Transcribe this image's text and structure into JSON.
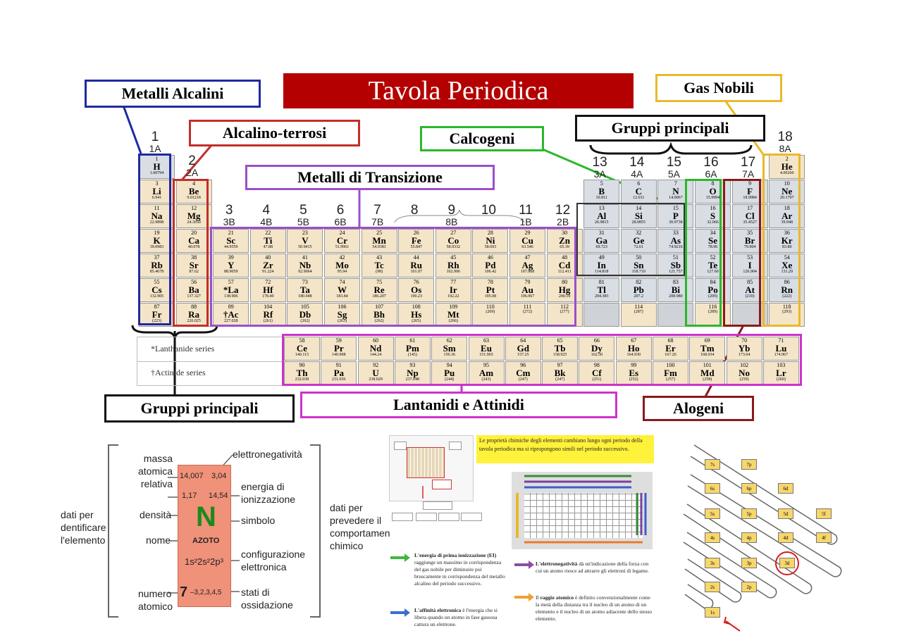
{
  "title": "Tavola Periodica",
  "labels": {
    "metalli_alcalini": "Metalli Alcalini",
    "alcalino_terrosi": "Alcalino-terrosi",
    "metalli_transizione": "Metalli di  Transizione",
    "calcogeni": "Calcogeni",
    "gruppi_principali_top": "Gruppi principali",
    "gas_nobili": "Gas Nobili",
    "gruppi_principali_bottom": "Gruppi principali",
    "lantanidi_attinidi": "Lantanidi e Attinidi",
    "alogeni": "Alogeni"
  },
  "groups": [
    {
      "n": "1",
      "s": "1A"
    },
    {
      "n": "2",
      "s": "2A"
    },
    {
      "n": "3",
      "s": "3B"
    },
    {
      "n": "4",
      "s": "4B"
    },
    {
      "n": "5",
      "s": "5B"
    },
    {
      "n": "6",
      "s": "6B"
    },
    {
      "n": "7",
      "s": "7B"
    },
    {
      "n": "8",
      "s": ""
    },
    {
      "n": "9",
      "s": "8B"
    },
    {
      "n": "10",
      "s": ""
    },
    {
      "n": "11",
      "s": "1B"
    },
    {
      "n": "12",
      "s": "2B"
    },
    {
      "n": "13",
      "s": "3A"
    },
    {
      "n": "14",
      "s": "4A"
    },
    {
      "n": "15",
      "s": "5A"
    },
    {
      "n": "16",
      "s": "6A"
    },
    {
      "n": "17",
      "s": "7A"
    },
    {
      "n": "18",
      "s": "8A"
    }
  ],
  "elements": [
    {
      "z": "1",
      "s": "H",
      "m": "1.00794",
      "c": 1,
      "r": 1
    },
    {
      "z": "2",
      "s": "He",
      "m": "4.00260",
      "c": 18,
      "r": 1
    },
    {
      "z": "3",
      "s": "Li",
      "m": "6.941",
      "c": 1,
      "r": 2
    },
    {
      "z": "4",
      "s": "Be",
      "m": "9.01218",
      "c": 2,
      "r": 2
    },
    {
      "z": "5",
      "s": "B",
      "m": "10.811",
      "c": 13,
      "r": 2
    },
    {
      "z": "6",
      "s": "C",
      "m": "12.011",
      "c": 14,
      "r": 2
    },
    {
      "z": "7",
      "s": "N",
      "m": "14.0067",
      "c": 15,
      "r": 2
    },
    {
      "z": "8",
      "s": "O",
      "m": "15.9994",
      "c": 16,
      "r": 2
    },
    {
      "z": "9",
      "s": "F",
      "m": "18.9984",
      "c": 17,
      "r": 2
    },
    {
      "z": "10",
      "s": "Ne",
      "m": "20.1797",
      "c": 18,
      "r": 2
    },
    {
      "z": "11",
      "s": "Na",
      "m": "22.9898",
      "c": 1,
      "r": 3
    },
    {
      "z": "12",
      "s": "Mg",
      "m": "24.3050",
      "c": 2,
      "r": 3
    },
    {
      "z": "13",
      "s": "Al",
      "m": "26.9815",
      "c": 13,
      "r": 3
    },
    {
      "z": "14",
      "s": "Si",
      "m": "28.0855",
      "c": 14,
      "r": 3
    },
    {
      "z": "15",
      "s": "P",
      "m": "30.9738",
      "c": 15,
      "r": 3
    },
    {
      "z": "16",
      "s": "S",
      "m": "32.066",
      "c": 16,
      "r": 3
    },
    {
      "z": "17",
      "s": "Cl",
      "m": "35.4527",
      "c": 17,
      "r": 3
    },
    {
      "z": "18",
      "s": "Ar",
      "m": "39.948",
      "c": 18,
      "r": 3
    },
    {
      "z": "19",
      "s": "K",
      "m": "39.0983",
      "c": 1,
      "r": 4
    },
    {
      "z": "20",
      "s": "Ca",
      "m": "40.078",
      "c": 2,
      "r": 4
    },
    {
      "z": "21",
      "s": "Sc",
      "m": "44.9559",
      "c": 3,
      "r": 4
    },
    {
      "z": "22",
      "s": "Ti",
      "m": "47.88",
      "c": 4,
      "r": 4
    },
    {
      "z": "23",
      "s": "V",
      "m": "50.9415",
      "c": 5,
      "r": 4
    },
    {
      "z": "24",
      "s": "Cr",
      "m": "51.9961",
      "c": 6,
      "r": 4
    },
    {
      "z": "25",
      "s": "Mn",
      "m": "54.9381",
      "c": 7,
      "r": 4
    },
    {
      "z": "26",
      "s": "Fe",
      "m": "55.847",
      "c": 8,
      "r": 4
    },
    {
      "z": "27",
      "s": "Co",
      "m": "58.9332",
      "c": 9,
      "r": 4
    },
    {
      "z": "28",
      "s": "Ni",
      "m": "58.693",
      "c": 10,
      "r": 4
    },
    {
      "z": "29",
      "s": "Cu",
      "m": "63.546",
      "c": 11,
      "r": 4
    },
    {
      "z": "30",
      "s": "Zn",
      "m": "65.39",
      "c": 12,
      "r": 4
    },
    {
      "z": "31",
      "s": "Ga",
      "m": "69.723",
      "c": 13,
      "r": 4
    },
    {
      "z": "32",
      "s": "Ge",
      "m": "72.61",
      "c": 14,
      "r": 4
    },
    {
      "z": "33",
      "s": "As",
      "m": "74.9216",
      "c": 15,
      "r": 4
    },
    {
      "z": "34",
      "s": "Se",
      "m": "78.96",
      "c": 16,
      "r": 4
    },
    {
      "z": "35",
      "s": "Br",
      "m": "79.904",
      "c": 17,
      "r": 4
    },
    {
      "z": "36",
      "s": "Kr",
      "m": "83.80",
      "c": 18,
      "r": 4
    },
    {
      "z": "37",
      "s": "Rb",
      "m": "85.4678",
      "c": 1,
      "r": 5
    },
    {
      "z": "38",
      "s": "Sr",
      "m": "87.62",
      "c": 2,
      "r": 5
    },
    {
      "z": "39",
      "s": "Y",
      "m": "88.9059",
      "c": 3,
      "r": 5
    },
    {
      "z": "40",
      "s": "Zr",
      "m": "91.224",
      "c": 4,
      "r": 5
    },
    {
      "z": "41",
      "s": "Nb",
      "m": "92.9064",
      "c": 5,
      "r": 5
    },
    {
      "z": "42",
      "s": "Mo",
      "m": "95.94",
      "c": 6,
      "r": 5
    },
    {
      "z": "43",
      "s": "Tc",
      "m": "(98)",
      "c": 7,
      "r": 5
    },
    {
      "z": "44",
      "s": "Ru",
      "m": "101.07",
      "c": 8,
      "r": 5
    },
    {
      "z": "45",
      "s": "Rh",
      "m": "102.906",
      "c": 9,
      "r": 5
    },
    {
      "z": "46",
      "s": "Pd",
      "m": "106.42",
      "c": 10,
      "r": 5
    },
    {
      "z": "47",
      "s": "Ag",
      "m": "107.868",
      "c": 11,
      "r": 5
    },
    {
      "z": "48",
      "s": "Cd",
      "m": "112.411",
      "c": 12,
      "r": 5
    },
    {
      "z": "49",
      "s": "In",
      "m": "114.818",
      "c": 13,
      "r": 5
    },
    {
      "z": "50",
      "s": "Sn",
      "m": "118.710",
      "c": 14,
      "r": 5
    },
    {
      "z": "51",
      "s": "Sb",
      "m": "121.757",
      "c": 15,
      "r": 5
    },
    {
      "z": "52",
      "s": "Te",
      "m": "127.60",
      "c": 16,
      "r": 5
    },
    {
      "z": "53",
      "s": "I",
      "m": "126.904",
      "c": 17,
      "r": 5
    },
    {
      "z": "54",
      "s": "Xe",
      "m": "131.29",
      "c": 18,
      "r": 5
    },
    {
      "z": "55",
      "s": "Cs",
      "m": "132.905",
      "c": 1,
      "r": 6
    },
    {
      "z": "56",
      "s": "Ba",
      "m": "137.327",
      "c": 2,
      "r": 6
    },
    {
      "z": "57",
      "s": "*La",
      "m": "138.906",
      "c": 3,
      "r": 6
    },
    {
      "z": "72",
      "s": "Hf",
      "m": "178.49",
      "c": 4,
      "r": 6
    },
    {
      "z": "73",
      "s": "Ta",
      "m": "180.948",
      "c": 5,
      "r": 6
    },
    {
      "z": "74",
      "s": "W",
      "m": "183.84",
      "c": 6,
      "r": 6
    },
    {
      "z": "75",
      "s": "Re",
      "m": "186.207",
      "c": 7,
      "r": 6
    },
    {
      "z": "76",
      "s": "Os",
      "m": "190.23",
      "c": 8,
      "r": 6
    },
    {
      "z": "77",
      "s": "Ir",
      "m": "192.22",
      "c": 9,
      "r": 6
    },
    {
      "z": "78",
      "s": "Pt",
      "m": "195.08",
      "c": 10,
      "r": 6
    },
    {
      "z": "79",
      "s": "Au",
      "m": "196.967",
      "c": 11,
      "r": 6
    },
    {
      "z": "80",
      "s": "Hg",
      "m": "200.59",
      "c": 12,
      "r": 6
    },
    {
      "z": "81",
      "s": "Tl",
      "m": "204.383",
      "c": 13,
      "r": 6
    },
    {
      "z": "82",
      "s": "Pb",
      "m": "207.2",
      "c": 14,
      "r": 6
    },
    {
      "z": "83",
      "s": "Bi",
      "m": "208.980",
      "c": 15,
      "r": 6
    },
    {
      "z": "84",
      "s": "Po",
      "m": "(209)",
      "c": 16,
      "r": 6
    },
    {
      "z": "85",
      "s": "At",
      "m": "(210)",
      "c": 17,
      "r": 6
    },
    {
      "z": "86",
      "s": "Rn",
      "m": "(222)",
      "c": 18,
      "r": 6
    },
    {
      "z": "87",
      "s": "Fr",
      "m": "(223)",
      "c": 1,
      "r": 7
    },
    {
      "z": "88",
      "s": "Ra",
      "m": "226.025",
      "c": 2,
      "r": 7
    },
    {
      "z": "89",
      "s": "†Ac",
      "m": "227.028",
      "c": 3,
      "r": 7
    },
    {
      "z": "104",
      "s": "Rf",
      "m": "(261)",
      "c": 4,
      "r": 7
    },
    {
      "z": "105",
      "s": "Db",
      "m": "(262)",
      "c": 5,
      "r": 7
    },
    {
      "z": "106",
      "s": "Sg",
      "m": "(263)",
      "c": 6,
      "r": 7
    },
    {
      "z": "107",
      "s": "Bh",
      "m": "(262)",
      "c": 7,
      "r": 7
    },
    {
      "z": "108",
      "s": "Hs",
      "m": "(265)",
      "c": 8,
      "r": 7
    },
    {
      "z": "109",
      "s": "Mt",
      "m": "(266)",
      "c": 9,
      "r": 7
    },
    {
      "z": "110",
      "s": "",
      "m": "(269)",
      "c": 10,
      "r": 7
    },
    {
      "z": "111",
      "s": "",
      "m": "(272)",
      "c": 11,
      "r": 7
    },
    {
      "z": "112",
      "s": "",
      "m": "(277)",
      "c": 12,
      "r": 7
    },
    {
      "z": "",
      "s": "",
      "m": "",
      "c": 13,
      "r": 7
    },
    {
      "z": "114",
      "s": "",
      "m": "(287)",
      "c": 14,
      "r": 7
    },
    {
      "z": "",
      "s": "",
      "m": "",
      "c": 15,
      "r": 7
    },
    {
      "z": "116",
      "s": "",
      "m": "(289)",
      "c": 16,
      "r": 7
    },
    {
      "z": "",
      "s": "",
      "m": "",
      "c": 17,
      "r": 7
    },
    {
      "z": "118",
      "s": "",
      "m": "(293)",
      "c": 18,
      "r": 7
    }
  ],
  "series": {
    "lanthanide_label": "*Lanthanide series",
    "actinide_label": "†Actinide series",
    "lanthanides": [
      {
        "z": "58",
        "s": "Ce",
        "m": "140.115"
      },
      {
        "z": "59",
        "s": "Pr",
        "m": "140.908"
      },
      {
        "z": "60",
        "s": "Nd",
        "m": "144.24"
      },
      {
        "z": "61",
        "s": "Pm",
        "m": "(145)"
      },
      {
        "z": "62",
        "s": "Sm",
        "m": "150.36"
      },
      {
        "z": "63",
        "s": "Eu",
        "m": "151.965"
      },
      {
        "z": "64",
        "s": "Gd",
        "m": "157.25"
      },
      {
        "z": "65",
        "s": "Tb",
        "m": "158.925"
      },
      {
        "z": "66",
        "s": "Dy",
        "m": "162.50"
      },
      {
        "z": "67",
        "s": "Ho",
        "m": "164.930"
      },
      {
        "z": "68",
        "s": "Er",
        "m": "167.26"
      },
      {
        "z": "69",
        "s": "Tm",
        "m": "168.934"
      },
      {
        "z": "70",
        "s": "Yb",
        "m": "173.04"
      },
      {
        "z": "71",
        "s": "Lu",
        "m": "174.967"
      }
    ],
    "actinides": [
      {
        "z": "90",
        "s": "Th",
        "m": "232.038"
      },
      {
        "z": "91",
        "s": "Pa",
        "m": "231.036"
      },
      {
        "z": "92",
        "s": "U",
        "m": "238.029"
      },
      {
        "z": "93",
        "s": "Np",
        "m": "237.048"
      },
      {
        "z": "94",
        "s": "Pu",
        "m": "(244)"
      },
      {
        "z": "95",
        "s": "Am",
        "m": "(243)"
      },
      {
        "z": "96",
        "s": "Cm",
        "m": "(247)"
      },
      {
        "z": "97",
        "s": "Bk",
        "m": "(247)"
      },
      {
        "z": "98",
        "s": "Cf",
        "m": "(251)"
      },
      {
        "z": "99",
        "s": "Es",
        "m": "(252)"
      },
      {
        "z": "100",
        "s": "Fm",
        "m": "(257)"
      },
      {
        "z": "101",
        "s": "Md",
        "m": "(258)"
      },
      {
        "z": "102",
        "s": "No",
        "m": "(259)"
      },
      {
        "z": "103",
        "s": "Lr",
        "m": "(260)"
      }
    ]
  },
  "card": {
    "massa": "massa\natomica\nrelativa",
    "densita": "densità",
    "nome": "nome",
    "numero": "numero\natomico",
    "elettronegativita": "elettronegatività",
    "energia": "energia di\nionizzazione",
    "simbolo": "simbolo",
    "configurazione": "configurazione\nelettronica",
    "stati": "stati di\nossidazione",
    "left_caption": "dati per\ndentificare\nl'elemento",
    "right_caption": "dati per\nprevedere il\ncomportamen\nchimico",
    "mass_value": "14,007",
    "en_value": "3,04",
    "density_value": "1,17",
    "ie_value": "14,54",
    "symbol": "N",
    "element_name": "AZOTO",
    "config": "1s²2s²2p³",
    "number": "7",
    "ox_states": "–3,2,3,4,5"
  },
  "notes": {
    "yellow": "Le proprietà chimiche degli elementi cambiano lungo ogni periodo della tavola periodica ma si ripropongono simili nel periodo successivo.",
    "ionization_bold": "L'energia di prima ionizzazione (EI)",
    "ionization": " raggiunge un massimo in corrispondenza del gas nobile per diminuire poi bruscamente in corrispondenza del metallo alcalino del periodo successivo.",
    "affinity_bold": "L'affinità elettronica",
    "affinity": " è l'energia che si libera quando un atomo in fase gassosa cattura un elettrone.",
    "electroneg_bold": "L'elettronegatività",
    "electroneg": " dà un'indicazione della forza con cui un atomo riesce ad attrarre gli elettroni di legame.",
    "radius_pre": "Il ",
    "radius_bold": "raggio atomico",
    "radius": " è definito convenzionalmente come la metà della distanza tra il nucleo di un atomo di un elemento e il nucleo di un atomo adiacente dello stesso elemento."
  },
  "orbitals": [
    "7s",
    "7p",
    "6s",
    "6p",
    "6d",
    "5s",
    "5p",
    "5d",
    "5f",
    "4s",
    "4p",
    "4d",
    "4f",
    "3s",
    "3p",
    "3d",
    "2s",
    "2p",
    "1s"
  ],
  "colors": {
    "alcalini": "#1f2aa0",
    "terrosi": "#c0302a",
    "transizione": "#9b4fc8",
    "calcogeni": "#2ab82a",
    "gas_nobili": "#e8b92a",
    "alogeni": "#8a1a1a",
    "lantanidi": "#cc33cc",
    "title_bg": "#b40000"
  }
}
